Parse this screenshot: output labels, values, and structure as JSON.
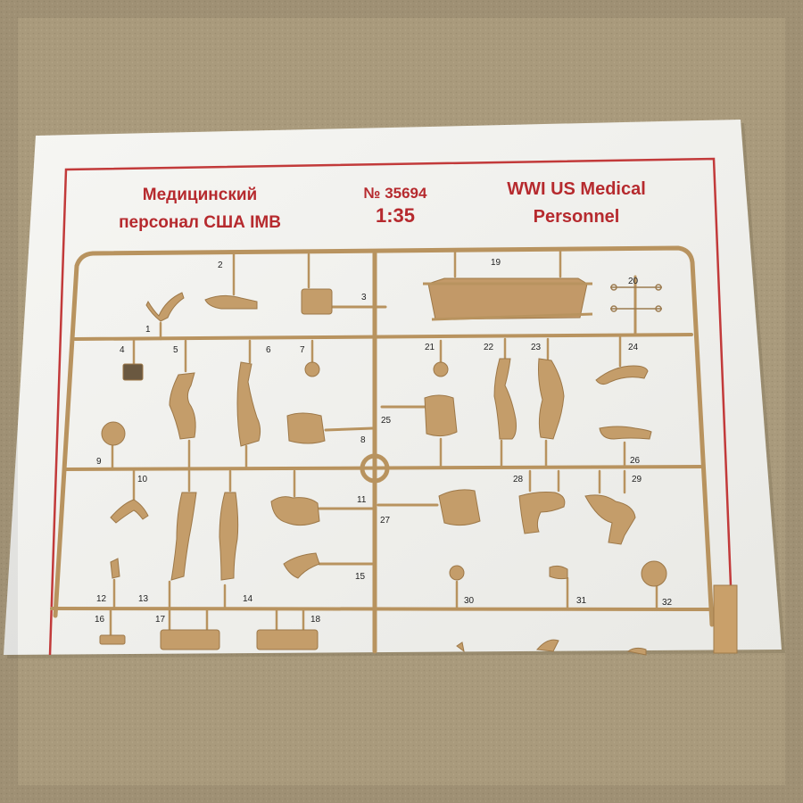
{
  "sheet": {
    "title_ru_line1": "Медицинский",
    "title_ru_line2": "персонал США IMB",
    "catalog_number": "№ 35694",
    "scale": "1:35",
    "title_en_line1": "WWI US Medical",
    "title_en_line2": "Personnel"
  },
  "part_numbers": [
    "1",
    "2",
    "3",
    "4",
    "5",
    "6",
    "7",
    "8",
    "9",
    "10",
    "11",
    "12",
    "13",
    "14",
    "15",
    "16",
    "17",
    "18",
    "19",
    "20",
    "21",
    "22",
    "23",
    "24",
    "25",
    "26",
    "27",
    "28",
    "29",
    "30",
    "31",
    "32"
  ],
  "colors": {
    "background": "#a99a7c",
    "paper": "#f4f4f1",
    "border_red": "#c23a3a",
    "title_red": "#b62a2e",
    "sprue_tan": "#b8935f"
  }
}
